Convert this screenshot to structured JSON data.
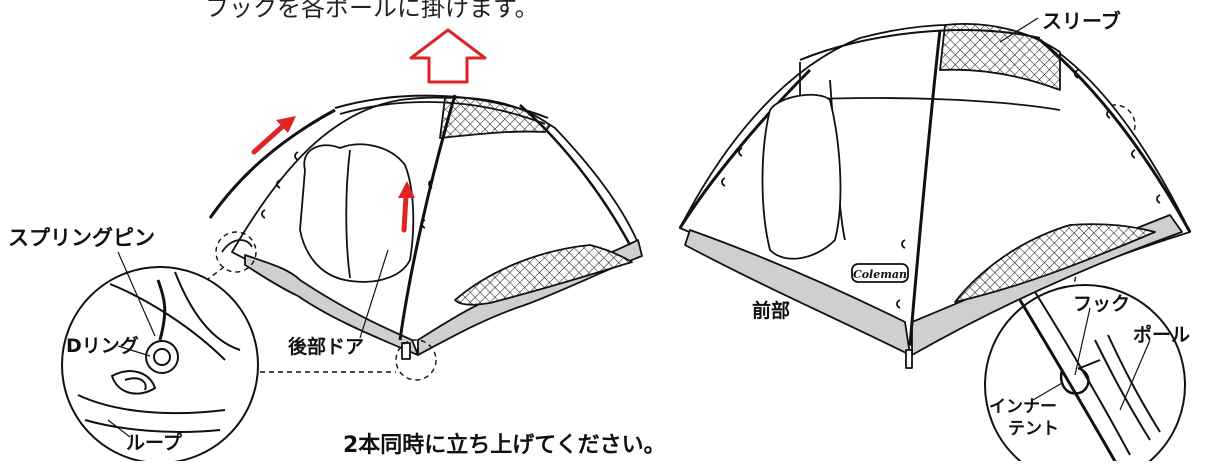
{
  "labels": {
    "top_instruction": "フックを各ポールに掛けます。",
    "sleeve": "スリーブ",
    "spring_pin": "スプリングピン",
    "d_ring": "Dリング",
    "loop": "ループ",
    "rear_door": "後部ドア",
    "front": "前部",
    "hook": "フック",
    "pole": "ポール",
    "inner_tent_line1": "インナー",
    "inner_tent_line2": "テント",
    "bottom_instruction": "2本同時に立ち上げてください。",
    "brand": "Coleman"
  },
  "colors": {
    "line": "#111111",
    "arrow_red": "#e02424",
    "floor_gray": "#cfcfcf",
    "background": "#ffffff"
  }
}
